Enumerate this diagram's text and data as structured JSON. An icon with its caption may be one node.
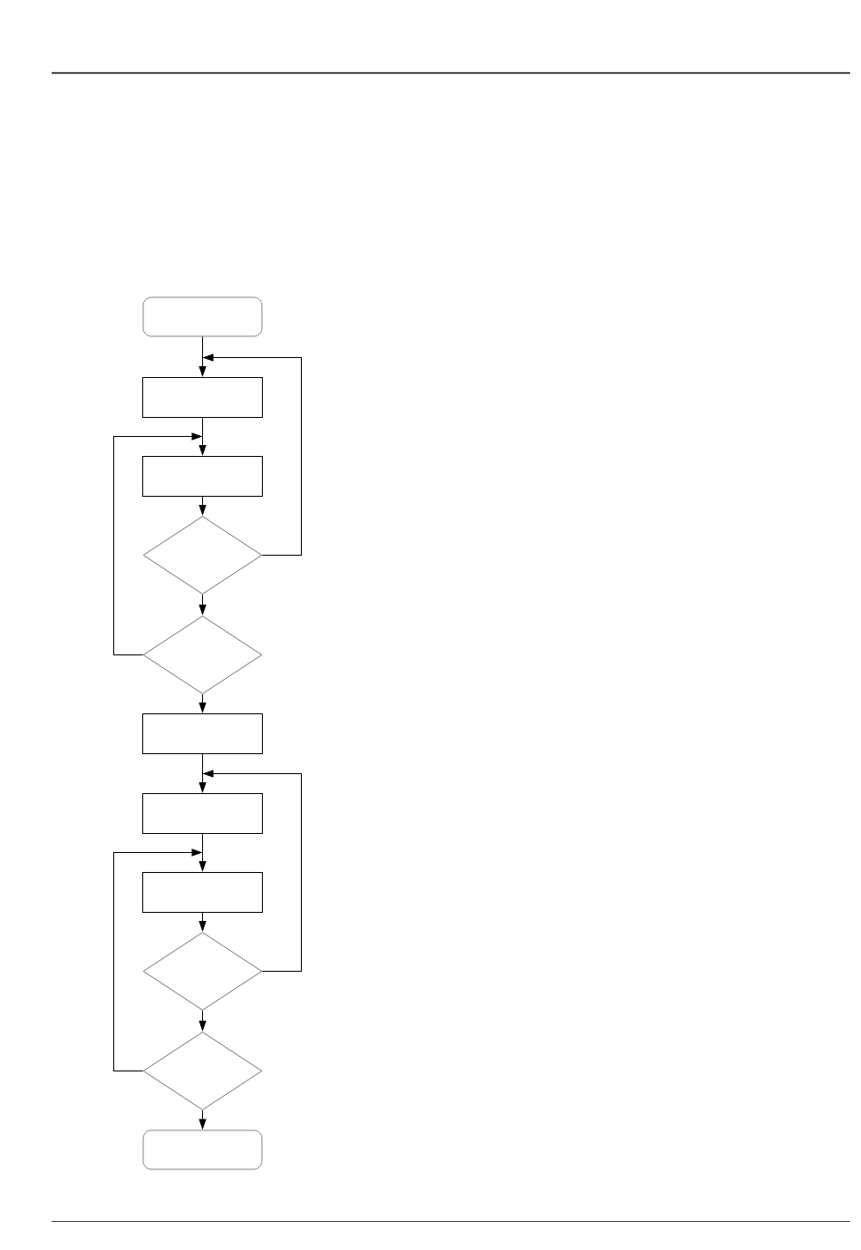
{
  "diagram": {
    "nodes": [
      {
        "text": [],
        "shape": "terminal"
      },
      {
        "text": [],
        "shape": "box"
      },
      {
        "text": [],
        "shape": "box"
      },
      {
        "text": [],
        "shape": "diamond"
      },
      {
        "text": [],
        "shape": "diamond"
      },
      {
        "text": [],
        "shape": "box"
      },
      {
        "text": [],
        "shape": "box"
      },
      {
        "text": [],
        "shape": "box"
      },
      {
        "text": [],
        "shape": "diamond"
      },
      {
        "text": [],
        "shape": "diamond"
      },
      {
        "text": [],
        "shape": "terminal"
      }
    ],
    "edges": [
      {
        "from": 0,
        "to": 1,
        "arrow": "to"
      },
      {
        "from": 1,
        "to": 2,
        "arrow": "to"
      },
      {
        "from": 2,
        "to": 3,
        "arrow": "to"
      },
      {
        "from": 3,
        "to": 4,
        "arrow": "to"
      },
      {
        "from": 3,
        "to": 1,
        "arrow": "to"
      },
      {
        "from": 4,
        "to": 2,
        "arrow": "to"
      },
      {
        "from": 4,
        "to": 5,
        "arrow": "to"
      },
      {
        "from": 5,
        "to": 6,
        "arrow": "to"
      },
      {
        "from": 6,
        "to": 7,
        "arrow": "to"
      },
      {
        "from": 7,
        "to": 8,
        "arrow": "to"
      },
      {
        "from": 8,
        "to": 9,
        "arrow": "to"
      },
      {
        "from": 8,
        "to": 6,
        "arrow": "to"
      },
      {
        "from": 9,
        "to": 7,
        "arrow": "to"
      },
      {
        "from": 9,
        "to": 10,
        "arrow": "to"
      }
    ]
  }
}
